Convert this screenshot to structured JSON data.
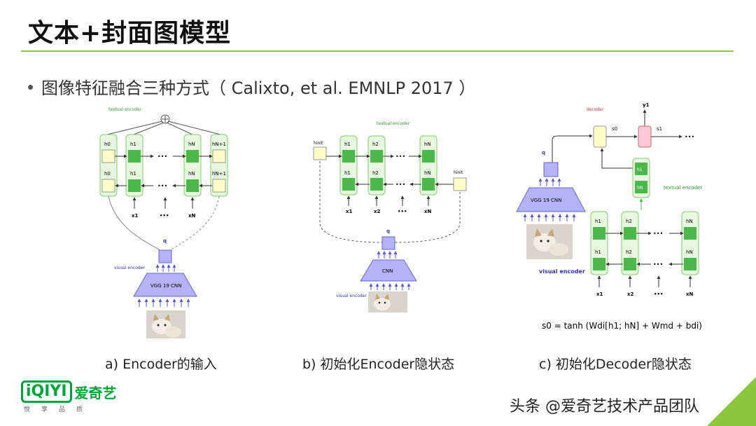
{
  "slide": {
    "title": "文本+封面图模型",
    "bullet": "图像特征融合三种方式（ Calixto, et al. EMNLP 2017 ）"
  },
  "figures": {
    "a": {
      "caption": "a)    Encoder的输入",
      "textual_encoder": "textual encoder",
      "visual_encoder": "visual encoder",
      "cnn": "VGG 19 CNN",
      "q": "q",
      "h_top": [
        "h0",
        "h1",
        "hN",
        "hN+1"
      ],
      "h_bottom": [
        "h0",
        "h1",
        "hN",
        "hN+1"
      ],
      "x": [
        "x1",
        "•••",
        "xN"
      ],
      "dots": "•••"
    },
    "b": {
      "caption": "b)    初始化Encoder隐状态",
      "textual_encoder": "textual encoder",
      "visual_encoder": "visual encoder",
      "cnn": "CNN",
      "q": "q",
      "h_init_left": "hinit",
      "h_init_right": "hinit",
      "h_top": [
        "h1",
        "h2",
        "hN"
      ],
      "h_bottom": [
        "h1",
        "h2",
        "hN"
      ],
      "x": [
        "x1",
        "x2",
        "•••",
        "xN"
      ],
      "dots": "•••"
    },
    "c": {
      "caption": "c)    初始化Decoder隐状态",
      "decoder": "decoder",
      "s0": "s0",
      "s1": "s1",
      "y1": "y1",
      "textual_encoder": "textual encoder",
      "visual_encoder": "visual encoder",
      "cnn": "VGG 19 CNN",
      "q": "q",
      "h_mid": [
        "h1",
        "hN"
      ],
      "h_top": [
        "h1",
        "h2",
        "hN"
      ],
      "h_bottom": [
        "h1",
        "h2",
        "hN"
      ],
      "x": [
        "x1",
        "x2",
        "•••",
        "xN"
      ],
      "dots": "•••",
      "formula": "s0 = tanh (Wdi[h1; hN] + Wmd + bdi)"
    }
  },
  "logo": {
    "box_text": "iQIYI",
    "name": "爱奇艺",
    "slogan": "悦享品质"
  },
  "watermark": "头条 @爱奇艺技术产品团队",
  "colors": {
    "accent_green": "#8dc63f",
    "brand_green": "#00a63c",
    "node_green": "#4cb74a",
    "node_yellow": "#ffffcc",
    "node_blue": "#b3b3f5",
    "node_pink": "#ffc8d2"
  }
}
